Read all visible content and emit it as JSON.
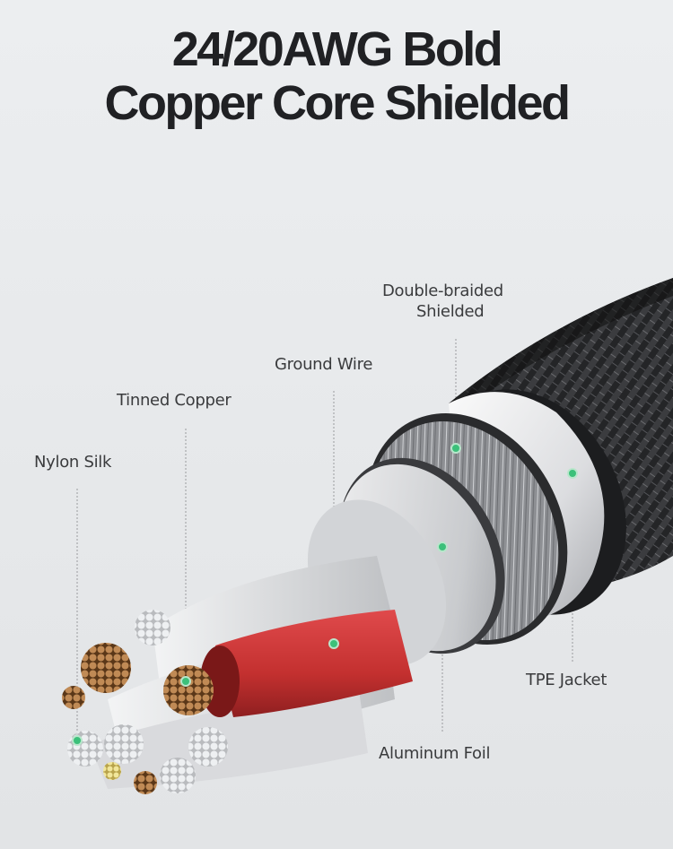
{
  "title": {
    "line1": "24/20AWG Bold",
    "line2": "Copper Core Shielded"
  },
  "labels": {
    "double_braided_1": "Double-braided",
    "double_braided_2": "Shielded",
    "ground_wire": "Ground Wire",
    "tinned_copper": "Tinned Copper",
    "nylon_silk": "Nylon Silk",
    "tpe_jacket": "TPE Jacket",
    "aluminum_foil": "Aluminum Foil"
  },
  "colors": {
    "marker": "#3cc07a",
    "copper": "#b57a45",
    "red_wire": "#c8383a",
    "braid": "#2a2b2d"
  }
}
